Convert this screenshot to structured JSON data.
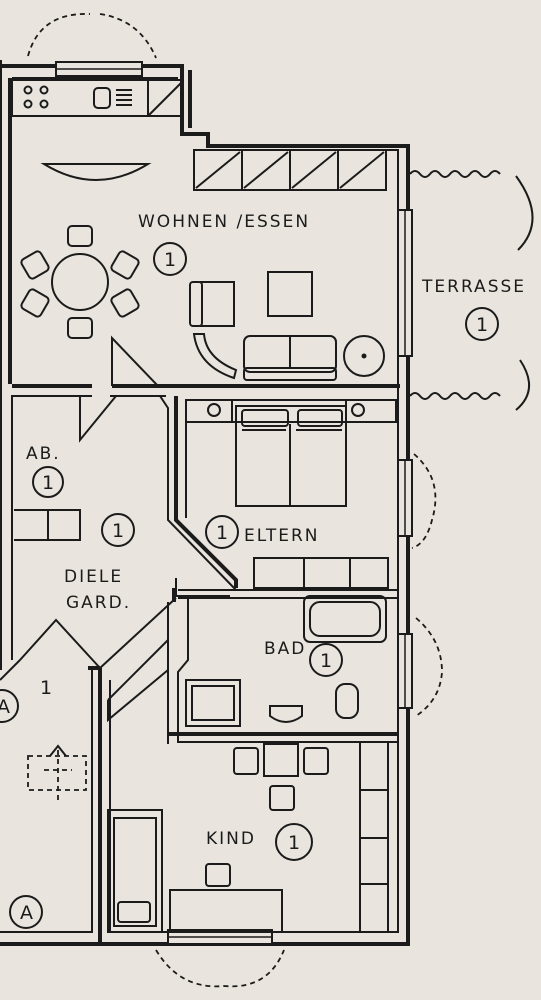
{
  "rooms": {
    "wohnen": {
      "label": "WOHNEN /ESSEN",
      "number": "1"
    },
    "terrasse": {
      "label": "TERRASSE",
      "number": "1"
    },
    "ab": {
      "label": "AB.",
      "number": "1"
    },
    "diele": {
      "label_line1": "DIELE",
      "label_line2": "GARD.",
      "number": "1"
    },
    "eltern": {
      "label": "ELTERN",
      "number": "1"
    },
    "bad": {
      "label": "BAD",
      "number": "1"
    },
    "kind": {
      "label": "KIND",
      "number": "1"
    },
    "neighbor": {
      "number": "1",
      "mark_a1": "A",
      "mark_a2": "A"
    }
  }
}
